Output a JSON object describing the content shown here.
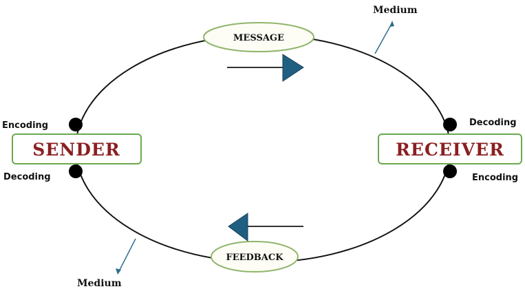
{
  "diagram": {
    "nodes": {
      "sender": {
        "label": "SENDER"
      },
      "receiver": {
        "label": "RECEIVER"
      },
      "message": {
        "label": "MESSAGE"
      },
      "feedback": {
        "label": "FEEDBACK"
      }
    },
    "sender_side": {
      "top_label": "Encoding",
      "bottom_label": "Decoding"
    },
    "receiver_side": {
      "top_label": "Decoding",
      "bottom_label": "Encoding"
    },
    "medium_top": {
      "label": "Medium"
    },
    "medium_bottom": {
      "label": "Medium"
    },
    "colors": {
      "node_text": "#8a1f22",
      "node_border": "#6aa84f",
      "arrow_fill": "#1f5f82",
      "line": "#111111"
    }
  }
}
